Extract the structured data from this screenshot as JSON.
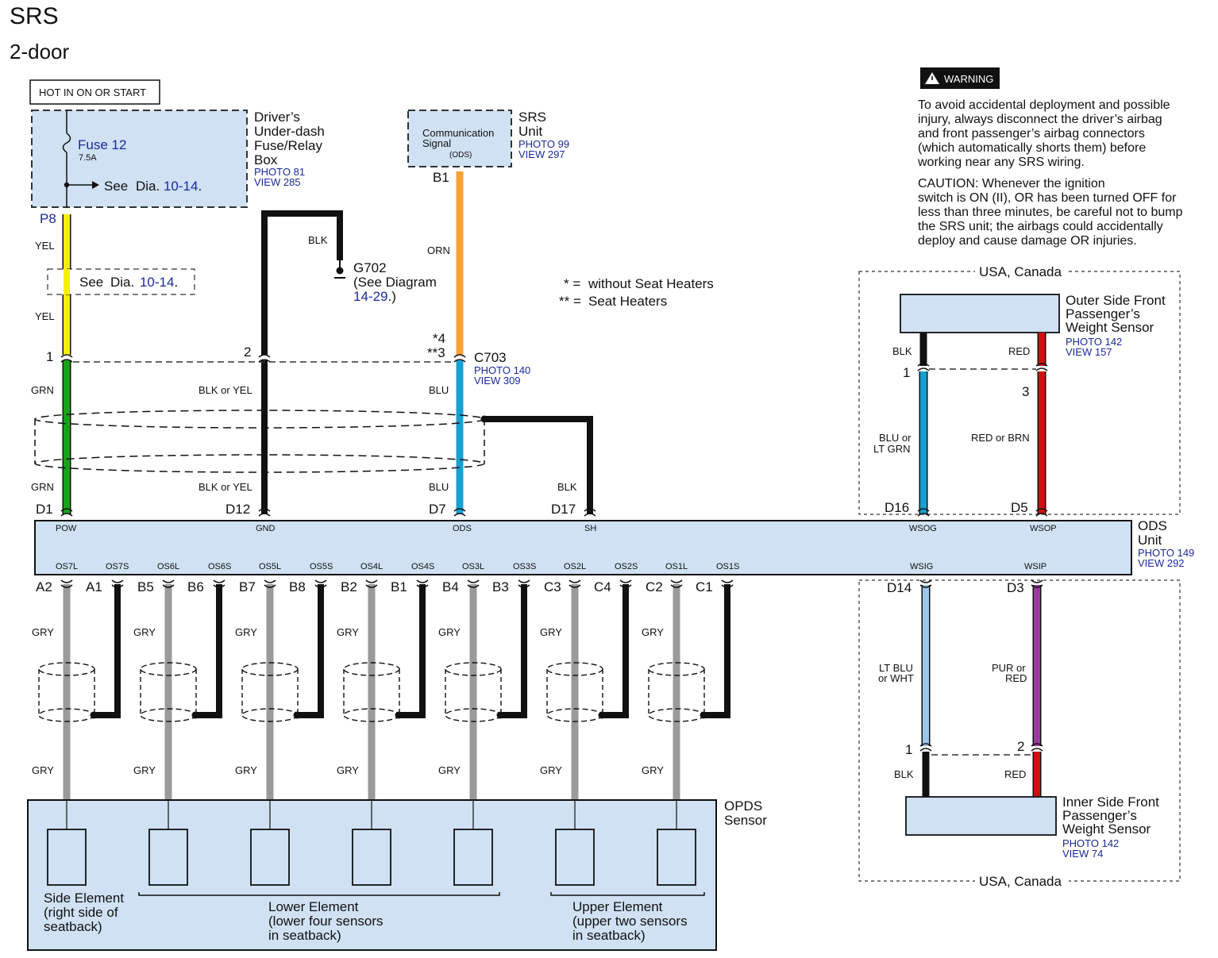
{
  "header": {
    "title": "SRS",
    "subtitle": "2-door"
  },
  "power": {
    "label": "HOT IN ON OR START"
  },
  "fuse_box": {
    "fuse_name": "Fuse 12",
    "fuse_rating": "7.5A",
    "see_prefix": "See",
    "see_dia": "Dia.",
    "see_ref": "10-14",
    "see_dot": ".",
    "name_lines": [
      "Driver’s",
      "Under-dash",
      "Fuse/Relay",
      "Box"
    ],
    "photo": "PHOTO 81",
    "view": "VIEW 285"
  },
  "srs_unit": {
    "signal_line1": "Communication",
    "signal_line2": "Signal",
    "signal_sub": "(ODS)",
    "name_lines": [
      "SRS",
      "Unit"
    ],
    "photo": "PHOTO 99",
    "view": "VIEW 297"
  },
  "ground": {
    "name": "G702",
    "line2": "(See Diagram",
    "ref": "14-29",
    "close": ".)"
  },
  "legend": {
    "l1_key": "* =",
    "l1_val": "without Seat Heaters",
    "l2_key": "** =",
    "l2_val": "Seat Heaters"
  },
  "warning": {
    "badge": "WARNING",
    "lines": [
      "To avoid accidental deployment and possible",
      "injury, always disconnect the driver’s airbag",
      "and front passenger’s airbag connectors",
      "(which automatically shorts them) before",
      "working near any SRS wiring."
    ],
    "caution_lines": [
      "CAUTION: Whenever the ignition",
      "switch is ON (II), OR has been turned OFF for",
      "less than three minutes, be careful not to bump",
      "the SRS unit; the airbags could accidentally",
      "deploy and cause damage OR injuries."
    ]
  },
  "connector_c703": {
    "name": "C703",
    "pin_a": "*4",
    "pin_b": "**3",
    "photo": "PHOTO 140",
    "view": "VIEW 309"
  },
  "pins": {
    "p8": "P8",
    "p1": "1",
    "p2": "2",
    "b1": "B1",
    "d1": "D1",
    "d12": "D12",
    "d7": "D7",
    "d17": "D17",
    "d16": "D16",
    "d5": "D5",
    "d14": "D14",
    "d3": "D3",
    "outer_1": "1",
    "outer_3": "3",
    "inner_1": "1",
    "inner_2": "2"
  },
  "wires": {
    "yel": "YEL",
    "grn": "GRN",
    "blk": "BLK",
    "blk_or_yel": "BLK or YEL",
    "orn": "ORN",
    "blu": "BLU",
    "gry": "GRY",
    "red": "RED",
    "blu_or_ltgrn_1": "BLU or",
    "blu_or_ltgrn_2": "LT GRN",
    "red_or_brn": "RED or BRN",
    "ltblu_1": "LT BLU",
    "ltblu_2": "or WHT",
    "pur_1": "PUR or",
    "pur_2": "RED"
  },
  "see_dia_mid": {
    "prefix": "See",
    "dia": "Dia.",
    "ref": "10-14",
    "dot": "."
  },
  "ods_unit": {
    "name_lines": [
      "ODS",
      "Unit"
    ],
    "photo": "PHOTO 149",
    "view": "VIEW 292",
    "top_labels": {
      "pow": "POW",
      "gnd": "GND",
      "ods": "ODS",
      "sh": "SH",
      "wsog": "WSOG",
      "wsop": "WSOP",
      "wsig": "WSIG",
      "wsip": "WSIP"
    },
    "bottom_labels": [
      "OS7L",
      "OS7S",
      "OS6L",
      "OS6S",
      "OS5L",
      "OS5S",
      "OS4L",
      "OS4S",
      "OS3L",
      "OS3S",
      "OS2L",
      "OS2S",
      "OS1L",
      "OS1S"
    ]
  },
  "sensor_pins": [
    [
      "A2",
      "A1"
    ],
    [
      "B5",
      "B6"
    ],
    [
      "B7",
      "B8"
    ],
    [
      "B2",
      "B1"
    ],
    [
      "B4",
      "B3"
    ],
    [
      "C3",
      "C4"
    ],
    [
      "C2",
      "C1"
    ]
  ],
  "opds": {
    "name_lines": [
      "OPDS",
      "Sensor"
    ],
    "side_lines": [
      "Side Element",
      "(right side of",
      "seatback)"
    ],
    "lower_lines": [
      "Lower Element",
      "(lower four sensors",
      "in seatback)"
    ],
    "upper_lines": [
      "Upper Element",
      "(upper two sensors",
      "in seatback)"
    ]
  },
  "outer_sensor": {
    "region": "USA, Canada",
    "name_lines": [
      "Outer Side Front",
      "Passenger’s",
      "Weight Sensor"
    ],
    "photo": "PHOTO 142",
    "view": "VIEW 157"
  },
  "inner_sensor": {
    "region": "USA, Canada",
    "name_lines": [
      "Inner Side Front",
      "Passenger’s",
      "Weight Sensor"
    ],
    "photo": "PHOTO 142",
    "view": "VIEW 74"
  },
  "colors": {
    "box_fill": "#cfe1f3",
    "yel": "#f6f000",
    "grn": "#1aa11a",
    "orn": "#f7a135",
    "blu": "#1aa0d0",
    "gry": "#9a9a9a",
    "red": "#d01010",
    "ltblu": "#9cc6ea",
    "pur": "#9b3aa0",
    "ref_blue": "#1a2a9a"
  }
}
